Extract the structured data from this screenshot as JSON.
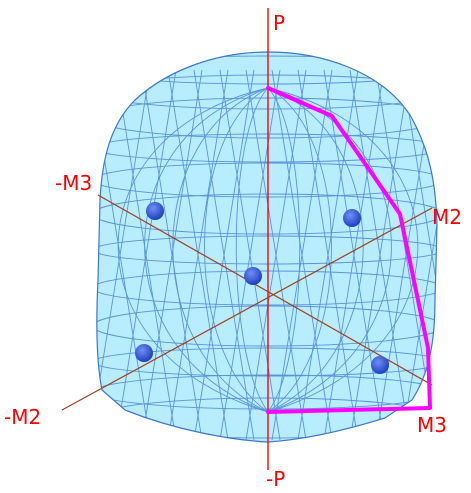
{
  "labels": {
    "p": "P",
    "neg_p": "-P",
    "m2": "M2",
    "neg_m2": "-M2",
    "m3": "M3",
    "neg_m3": "-M3"
  },
  "colors": {
    "surface_fill": "#b8ecff",
    "mesh_line": "#3a78c8",
    "p_axis": "#ff0000",
    "moment_axes": "#a0401c",
    "path": "#ff00ff",
    "points": "#2e55d6",
    "label_text": "#ff0000"
  }
}
